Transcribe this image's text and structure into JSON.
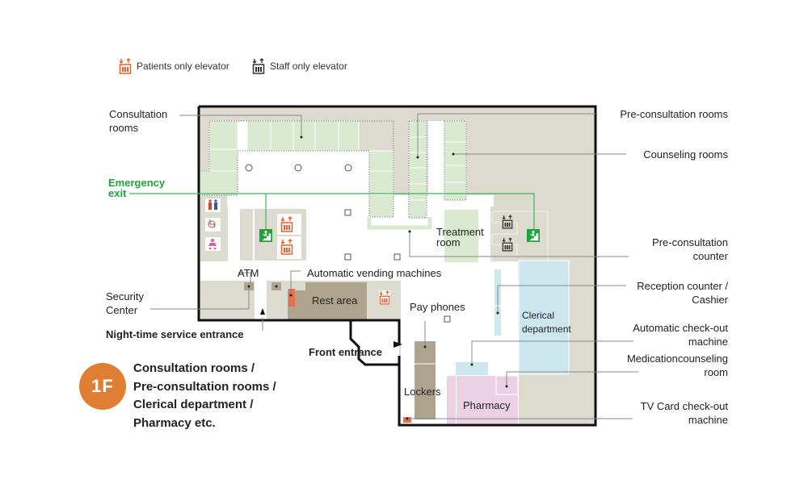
{
  "legend": {
    "patients_elevator": {
      "label": "Patients only elevator",
      "icon": "patients-elevator-icon",
      "color": "#e8612c"
    },
    "staff_elevator": {
      "label": "Staff only elevator",
      "icon": "staff-elevator-icon",
      "color": "#333333"
    }
  },
  "floor": {
    "badge": "1F",
    "badge_color": "#e07f34",
    "description_lines": [
      "Consultation rooms  /",
      "Pre-consultation rooms  /",
      "Clerical department  /",
      "Pharmacy etc."
    ]
  },
  "callouts": {
    "consultation_rooms": "Consultation\nrooms",
    "consultation_rooms_l1": "Consultation",
    "consultation_rooms_l2": "rooms",
    "emergency_exit_l1": "Emergency",
    "emergency_exit_l2": "exit",
    "security_center_l1": "Security",
    "security_center_l2": "Center",
    "night_entrance": "Night-time service entrance",
    "front_entrance": "Front entrance",
    "pre_consultation_rooms": "Pre-consultation rooms",
    "counseling_rooms": "Counseling rooms",
    "pre_consultation_counter_l1": "Pre-consultation",
    "pre_consultation_counter_l2": "counter",
    "reception_l1": "Reception counter /",
    "reception_l2": "Cashier",
    "auto_checkout_l1": "Automatic check-out",
    "auto_checkout_l2": "machine",
    "medication_l1": "Medicationcounseling",
    "medication_l2": "room",
    "tvcard_l1": "TV Card check-out",
    "tvcard_l2": "machine"
  },
  "rooms": {
    "atm": "ATM",
    "vending": "Automatic vending machines",
    "rest_area": "Rest area",
    "treatment_l1": "Treatment",
    "treatment_l2": "room",
    "pay_phones": "Pay phones",
    "clerical_l1": "Clerical",
    "clerical_l2": "department",
    "lockers": "Lockers",
    "pharmacy": "Pharmacy"
  },
  "colors": {
    "wall": "#111111",
    "floor_gray": "#dddad0",
    "consult_green": "#d9ead0",
    "rest_brown": "#aea48e",
    "clerical_blue": "#cde7ee",
    "pharmacy_pink": "#ecd1e5",
    "exit_green": "#1fa23a",
    "vending_orange": "#e8704a"
  }
}
